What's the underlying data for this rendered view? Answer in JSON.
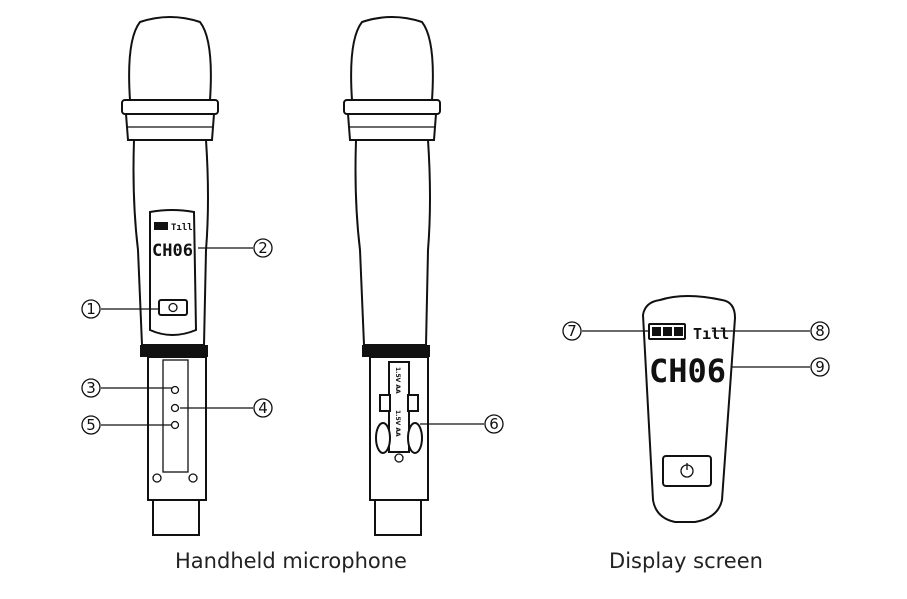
{
  "figure": {
    "captions": {
      "handheld": "Handheld microphone",
      "display": "Display screen"
    },
    "lcd": {
      "channel": "CH06"
    },
    "battery_label": "1.5V AA",
    "callouts": [
      "1",
      "2",
      "3",
      "4",
      "5",
      "6",
      "7",
      "8",
      "9"
    ]
  }
}
